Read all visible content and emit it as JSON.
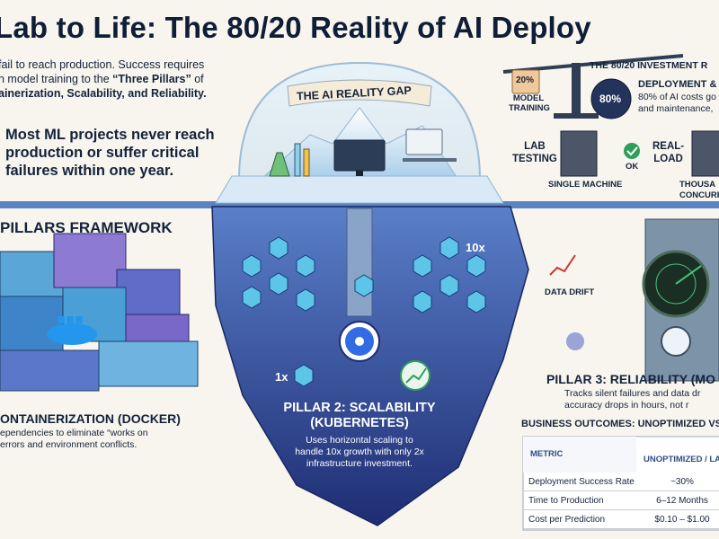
{
  "title": "Lab to Life: The 80/20 Reality of AI Deploy",
  "intro": {
    "line1": "fail to reach production. Success requires",
    "line2_pre": "n model training to the ",
    "line2_bold": "“Three Pillars”",
    "line2_post": " of",
    "line3": "ainerization, Scalability, and Reliability."
  },
  "claim": {
    "line1": "Most ML projects never reach",
    "line2": "production or suffer critical",
    "line3": "failures within one year."
  },
  "iceberg": {
    "banner": "THE AI REALITY GAP",
    "scale_10x": "10x",
    "scale_1x": "1x",
    "pillar2_title_1": "PILLAR 2: SCALABILITY",
    "pillar2_title_2": "(KUBERNETES)",
    "pillar2_desc_1": "Uses horizontal scaling to",
    "pillar2_desc_2": "handle 10x growth with only 2x",
    "pillar2_desc_3": "infrastructure investment."
  },
  "framework": {
    "heading": "PILLARS FRAMEWORK",
    "pillar1_title": "ONTAINERIZATION (DOCKER)",
    "pillar1_desc_1": "ependencies to eliminate “works on",
    "pillar1_desc_2": "errors and environment conflicts."
  },
  "investment": {
    "heading": "THE 80/20 INVESTMENT R",
    "left_pct": "20%",
    "left_label_1": "MODEL",
    "left_label_2": "TRAINING",
    "right_pct": "80%",
    "right_title": "DEPLOYMENT & I",
    "right_desc_1": "80% of AI costs go",
    "right_desc_2": "and maintenance,"
  },
  "testing": {
    "lab_1": "LAB",
    "lab_2": "TESTING",
    "single_machine": "SINGLE MACHINE",
    "ok": "OK",
    "real_1": "REAL-",
    "real_2": "LOAD",
    "thousand_1": "THOUSA",
    "thousand_2": "CONCURREN"
  },
  "reliability": {
    "data_drift": "DATA DRIFT",
    "pillar3_title": "PILLAR 3: RELIABILITY (MO",
    "desc_1": "Tracks silent failures and data dr",
    "desc_2": "accuracy drops in hours, not r"
  },
  "outcomes": {
    "heading": "BUSINESS OUTCOMES: UNOPTIMIZED VS.",
    "col_metric": "METRIC",
    "col_unopt": "UNOPTIMIZED / LAB",
    "rows": [
      {
        "metric": "Deployment Success Rate",
        "value": "~30%"
      },
      {
        "metric": "Time to Production",
        "value": "6–12 Months"
      },
      {
        "metric": "Cost per Prediction",
        "value": "$0.10 – $1.00"
      }
    ]
  },
  "colors": {
    "navy": "#0f1d36",
    "water": "#3d6fb8",
    "iceberg_dark": "#2a3f8f",
    "accent_green": "#2e9e5b",
    "alert_red": "#d2332f"
  }
}
